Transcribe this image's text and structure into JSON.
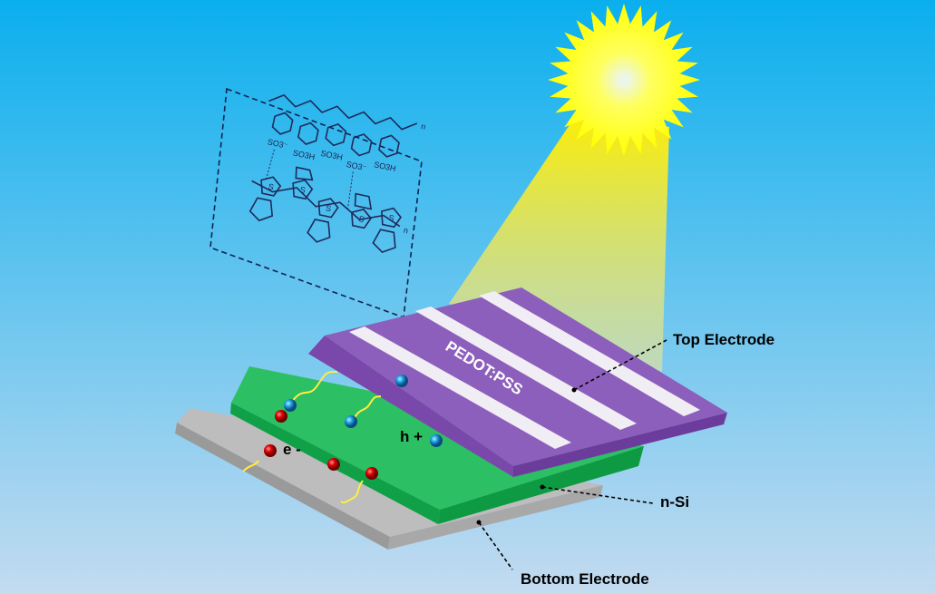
{
  "title": "PEDOT:PSS / n-Si solar cell schematic",
  "labels": {
    "top_electrode": "Top Electrode",
    "pedot": "PEDOT:PSS",
    "nsi": "n-Si",
    "bottom_electrode": "Bottom Electrode",
    "electron": "e -",
    "hole": "h +"
  },
  "chemistry": {
    "so3_minus": "SO3⁻",
    "so3h": "SO3H",
    "sulfur": "S",
    "oxygen": "O",
    "repeat": "n"
  },
  "colors": {
    "sky_top": "#0aafee",
    "sky_bottom": "#c4dbf0",
    "sun": "#ffff00",
    "purple": "#8a5cb8",
    "green": "#22b85a",
    "grey": "#b3b3b3",
    "electron": "#e00000",
    "hole": "#1ea0e0"
  }
}
